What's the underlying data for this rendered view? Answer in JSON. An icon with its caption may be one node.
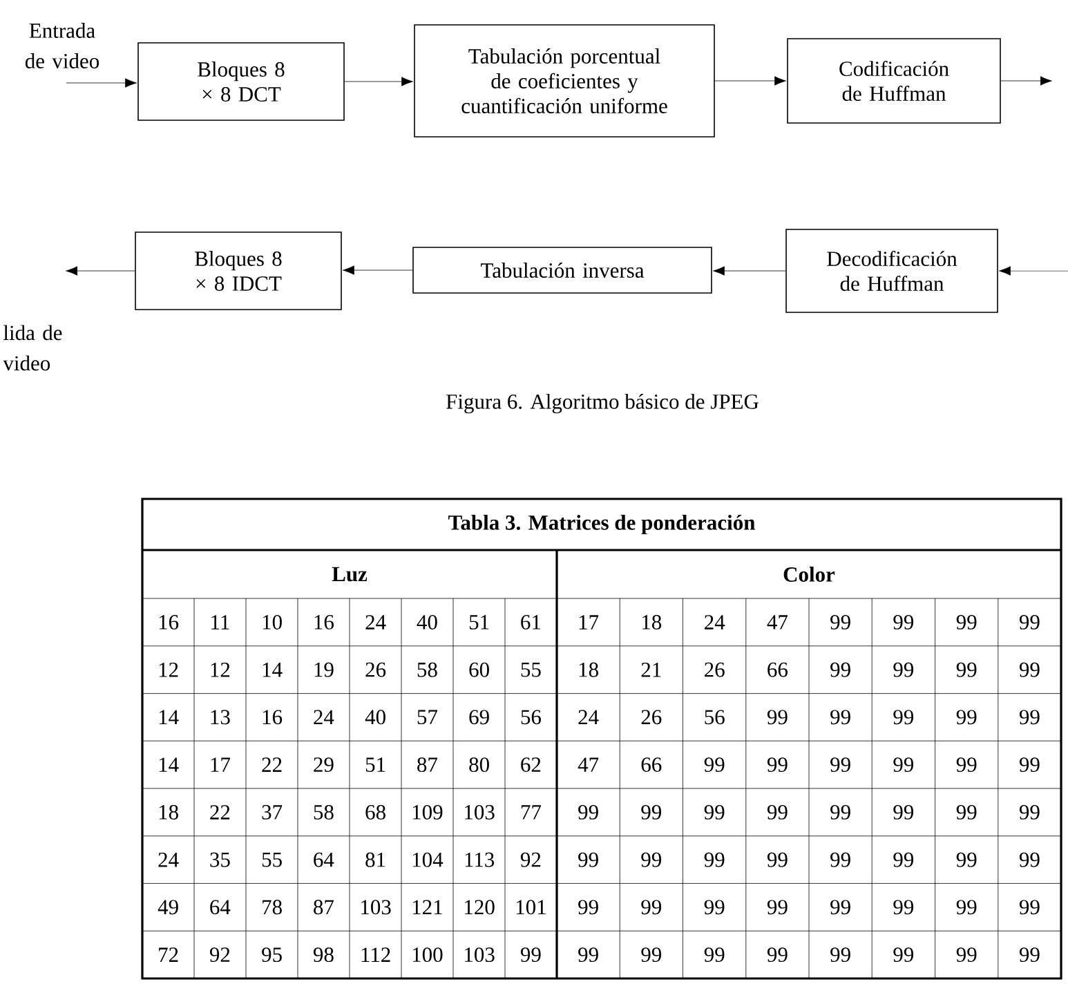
{
  "diagram": {
    "caption": "Figura 6. Algoritmo básico de JPEG",
    "nodes": [
      {
        "text": [
          "Bloques 8 × 8 DCT"
        ]
      },
      {
        "text": [
          "Tabulación porcentual de coeficientes y cuantificación uniforme"
        ]
      },
      {
        "text": [
          "Codificación de Huffman"
        ]
      },
      {
        "text": [
          "Bloques 8 × 8 IDCT"
        ]
      },
      {
        "text": [
          "Tabulación inversa"
        ]
      },
      {
        "text": [
          "Decodificación de Huffman"
        ]
      }
    ],
    "edges": [
      {
        "from": null,
        "to": 0,
        "arrow": "to"
      },
      {
        "from": 0,
        "to": 1,
        "arrow": "to"
      },
      {
        "from": 1,
        "to": 2,
        "arrow": "to"
      },
      {
        "from": 2,
        "to": null,
        "arrow": "to"
      },
      {
        "from": null,
        "to": 5,
        "arrow": "to"
      },
      {
        "from": 5,
        "to": 4,
        "arrow": "to"
      },
      {
        "from": 4,
        "to": 3,
        "arrow": "to"
      },
      {
        "from": 3,
        "to": null,
        "arrow": "to"
      }
    ],
    "labels": [
      "Entrada de video",
      "lida de video",
      "Tabla 3. Matrices de ponderación",
      "Luz",
      "Color",
      "16",
      "11",
      "10",
      "16",
      "24",
      "40",
      "51",
      "61",
      "17",
      "18",
      "24",
      "47",
      "99",
      "99",
      "99",
      "99",
      "12",
      "12",
      "14",
      "19",
      "26",
      "58",
      "60",
      "55",
      "18",
      "21",
      "26",
      "66",
      "99",
      "99",
      "99",
      "99",
      "14",
      "13",
      "16",
      "24",
      "40",
      "57",
      "69",
      "56",
      "24",
      "26",
      "56",
      "99",
      "99",
      "99",
      "99",
      "99",
      "14",
      "17",
      "22",
      "29",
      "51",
      "87",
      "80",
      "62",
      "47",
      "66",
      "99",
      "99",
      "99",
      "99",
      "99",
      "99",
      "18",
      "22",
      "37",
      "58",
      "68",
      "109",
      "103",
      "77",
      "99",
      "99",
      "99",
      "99",
      "99",
      "99",
      "99",
      "99",
      "24",
      "35",
      "55",
      "64",
      "81",
      "104",
      "113",
      "92",
      "99",
      "99",
      "99",
      "99",
      "99",
      "99",
      "99",
      "99",
      "49",
      "64",
      "78",
      "87",
      "103",
      "121",
      "120",
      "101",
      "99",
      "99",
      "99",
      "99",
      "99",
      "99",
      "99",
      "99",
      "72",
      "92",
      "95",
      "98",
      "112",
      "100",
      "103",
      "99",
      "99",
      "99",
      "99",
      "99",
      "99",
      "99",
      "99",
      "99"
    ]
  }
}
